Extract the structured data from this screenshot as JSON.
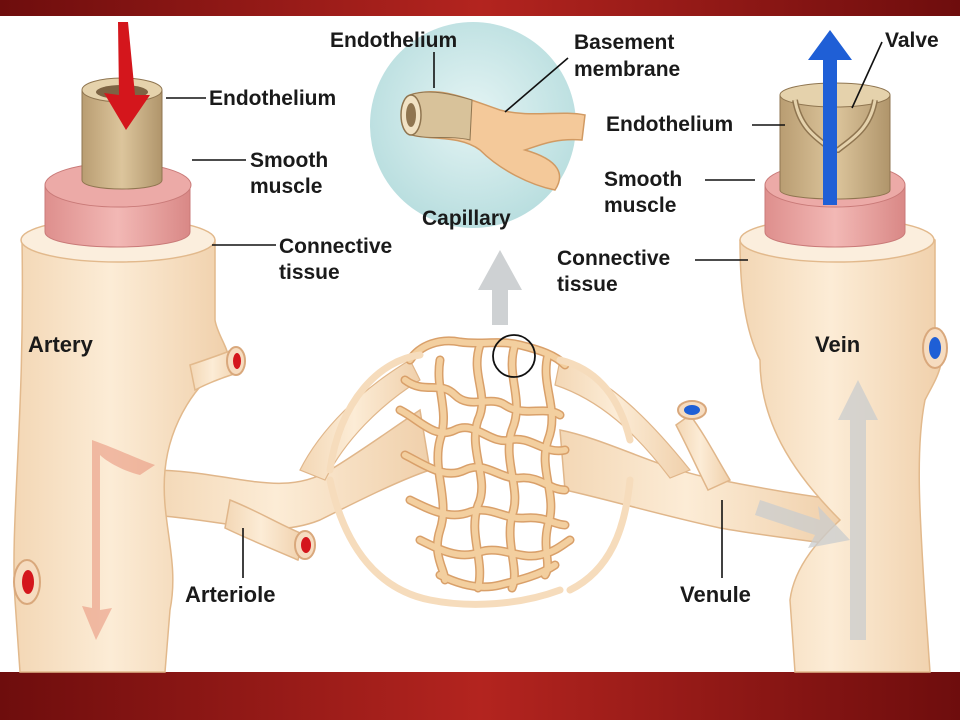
{
  "labels": {
    "artery": {
      "endothelium": "Endothelium",
      "smooth_muscle_1": "Smooth",
      "smooth_muscle_2": "muscle",
      "connective_1": "Connective",
      "connective_2": "tissue",
      "name": "Artery"
    },
    "capillary": {
      "endothelium": "Endothelium",
      "basement_1": "Basement",
      "basement_2": "membrane",
      "name": "Capillary"
    },
    "vein": {
      "valve": "Valve",
      "endothelium": "Endothelium",
      "smooth_muscle_1": "Smooth",
      "smooth_muscle_2": "muscle",
      "connective_1": "Connective",
      "connective_2": "tissue",
      "name": "Vein"
    },
    "arteriole": "Arteriole",
    "venule": "Venule"
  },
  "colors": {
    "frame": "#8a1414",
    "panel": "#ffffff",
    "vessel": "#f9e6cc",
    "vessel_edge": "#e2b98c",
    "muscle": "#e9a7a5",
    "endothelium": "#cdb48a",
    "capillary": "#f0c48f",
    "blood_red": "#d4161c",
    "blood_blue": "#1f5fd6",
    "flow_red": "#e88f78",
    "flow_gray": "#c9ccce"
  }
}
